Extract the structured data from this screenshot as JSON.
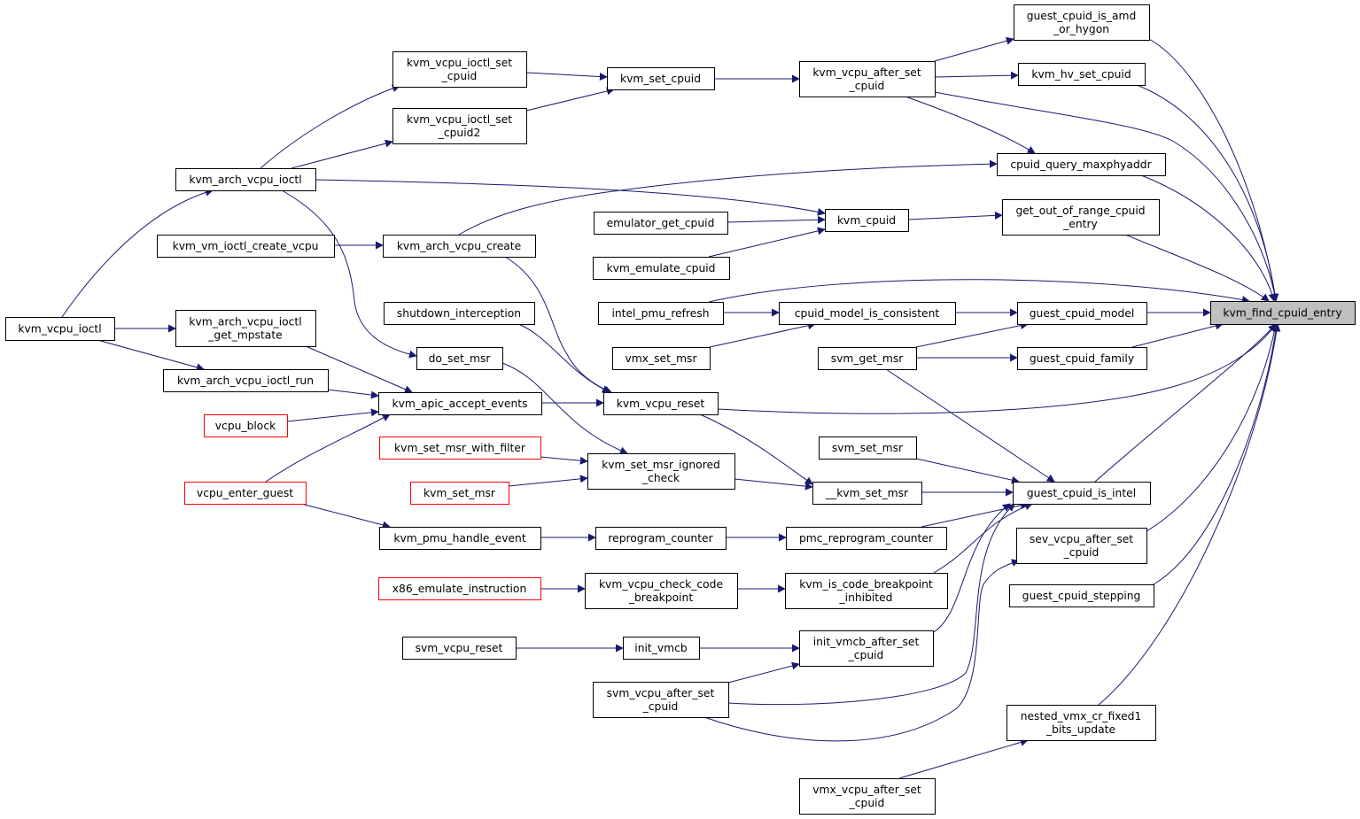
{
  "diagram": {
    "title": "",
    "colors": {
      "edge": "#191970",
      "node_border": "#000000",
      "truncated_border": "#ff0000",
      "focus_fill": "#bfbfbf"
    },
    "nodes": [
      {
        "id": "guest_cpuid_is_amd_or_hygon",
        "lines": [
          "guest_cpuid_is_amd",
          "_or_hygon"
        ]
      },
      {
        "id": "kvm_hv_set_cpuid",
        "lines": [
          "kvm_hv_set_cpuid"
        ]
      },
      {
        "id": "kvm_vcpu_after_set_cpuid",
        "lines": [
          "kvm_vcpu_after_set",
          "_cpuid"
        ]
      },
      {
        "id": "kvm_set_cpuid",
        "lines": [
          "kvm_set_cpuid"
        ]
      },
      {
        "id": "kvm_vcpu_ioctl_set_cpuid",
        "lines": [
          "kvm_vcpu_ioctl_set",
          "_cpuid"
        ]
      },
      {
        "id": "kvm_vcpu_ioctl_set_cpuid2",
        "lines": [
          "kvm_vcpu_ioctl_set",
          "_cpuid2"
        ]
      },
      {
        "id": "cpuid_query_maxphyaddr",
        "lines": [
          "cpuid_query_maxphyaddr"
        ]
      },
      {
        "id": "kvm_arch_vcpu_ioctl",
        "lines": [
          "kvm_arch_vcpu_ioctl"
        ]
      },
      {
        "id": "get_out_of_range_cpuid_entry",
        "lines": [
          "get_out_of_range_cpuid",
          "_entry"
        ]
      },
      {
        "id": "kvm_cpuid",
        "lines": [
          "kvm_cpuid"
        ]
      },
      {
        "id": "emulator_get_cpuid",
        "lines": [
          "emulator_get_cpuid"
        ]
      },
      {
        "id": "kvm_vm_ioctl_create_vcpu",
        "lines": [
          "kvm_vm_ioctl_create_vcpu"
        ]
      },
      {
        "id": "kvm_arch_vcpu_create",
        "lines": [
          "kvm_arch_vcpu_create"
        ]
      },
      {
        "id": "kvm_emulate_cpuid",
        "lines": [
          "kvm_emulate_cpuid"
        ]
      },
      {
        "id": "kvm_find_cpuid_entry",
        "lines": [
          "kvm_find_cpuid_entry"
        ],
        "focus": true
      },
      {
        "id": "intel_pmu_refresh",
        "lines": [
          "intel_pmu_refresh"
        ]
      },
      {
        "id": "cpuid_model_is_consistent",
        "lines": [
          "cpuid_model_is_consistent"
        ]
      },
      {
        "id": "guest_cpuid_model",
        "lines": [
          "guest_cpuid_model"
        ]
      },
      {
        "id": "shutdown_interception",
        "lines": [
          "shutdown_interception"
        ]
      },
      {
        "id": "kvm_vcpu_ioctl",
        "lines": [
          "kvm_vcpu_ioctl"
        ]
      },
      {
        "id": "kvm_arch_vcpu_ioctl_get_mpstate",
        "lines": [
          "kvm_arch_vcpu_ioctl",
          "_get_mpstate"
        ]
      },
      {
        "id": "vmx_set_msr",
        "lines": [
          "vmx_set_msr"
        ]
      },
      {
        "id": "svm_get_msr",
        "lines": [
          "svm_get_msr"
        ]
      },
      {
        "id": "guest_cpuid_family",
        "lines": [
          "guest_cpuid_family"
        ]
      },
      {
        "id": "do_set_msr",
        "lines": [
          "do_set_msr"
        ]
      },
      {
        "id": "kvm_arch_vcpu_ioctl_run",
        "lines": [
          "kvm_arch_vcpu_ioctl_run"
        ]
      },
      {
        "id": "kvm_apic_accept_events",
        "lines": [
          "kvm_apic_accept_events"
        ]
      },
      {
        "id": "kvm_vcpu_reset",
        "lines": [
          "kvm_vcpu_reset"
        ]
      },
      {
        "id": "vcpu_block",
        "lines": [
          "vcpu_block"
        ],
        "truncated": true
      },
      {
        "id": "kvm_set_msr_with_filter",
        "lines": [
          "kvm_set_msr_with_filter"
        ],
        "truncated": true
      },
      {
        "id": "svm_set_msr",
        "lines": [
          "svm_set_msr"
        ]
      },
      {
        "id": "kvm_set_msr_ignored_check",
        "lines": [
          "kvm_set_msr_ignored",
          "_check"
        ]
      },
      {
        "id": "vcpu_enter_guest",
        "lines": [
          "vcpu_enter_guest"
        ],
        "truncated": true
      },
      {
        "id": "kvm_set_msr",
        "lines": [
          "kvm_set_msr"
        ],
        "truncated": true
      },
      {
        "id": "__kvm_set_msr",
        "lines": [
          "__kvm_set_msr"
        ]
      },
      {
        "id": "guest_cpuid_is_intel",
        "lines": [
          "guest_cpuid_is_intel"
        ]
      },
      {
        "id": "kvm_pmu_handle_event",
        "lines": [
          "kvm_pmu_handle_event"
        ]
      },
      {
        "id": "reprogram_counter",
        "lines": [
          "reprogram_counter"
        ]
      },
      {
        "id": "pmc_reprogram_counter",
        "lines": [
          "pmc_reprogram_counter"
        ]
      },
      {
        "id": "sev_vcpu_after_set_cpuid",
        "lines": [
          "sev_vcpu_after_set",
          "_cpuid"
        ]
      },
      {
        "id": "x86_emulate_instruction",
        "lines": [
          "x86_emulate_instruction"
        ],
        "truncated": true
      },
      {
        "id": "kvm_vcpu_check_code_breakpoint",
        "lines": [
          "kvm_vcpu_check_code",
          "_breakpoint"
        ]
      },
      {
        "id": "kvm_is_code_breakpoint_inhibited",
        "lines": [
          "kvm_is_code_breakpoint",
          "_inhibited"
        ]
      },
      {
        "id": "guest_cpuid_stepping",
        "lines": [
          "guest_cpuid_stepping"
        ]
      },
      {
        "id": "svm_vcpu_reset",
        "lines": [
          "svm_vcpu_reset"
        ]
      },
      {
        "id": "init_vmcb",
        "lines": [
          "init_vmcb"
        ]
      },
      {
        "id": "init_vmcb_after_set_cpuid",
        "lines": [
          "init_vmcb_after_set",
          "_cpuid"
        ]
      },
      {
        "id": "svm_vcpu_after_set_cpuid",
        "lines": [
          "svm_vcpu_after_set",
          "_cpuid"
        ]
      },
      {
        "id": "nested_vmx_cr_fixed1_bits_update",
        "lines": [
          "nested_vmx_cr_fixed1",
          "_bits_update"
        ]
      },
      {
        "id": "vmx_vcpu_after_set_cpuid",
        "lines": [
          "vmx_vcpu_after_set",
          "_cpuid"
        ]
      }
    ],
    "edges": [
      [
        "guest_cpuid_is_amd_or_hygon",
        "kvm_find_cpuid_entry"
      ],
      [
        "kvm_hv_set_cpuid",
        "kvm_find_cpuid_entry"
      ],
      [
        "kvm_vcpu_after_set_cpuid",
        "kvm_find_cpuid_entry"
      ],
      [
        "cpuid_query_maxphyaddr",
        "kvm_find_cpuid_entry"
      ],
      [
        "get_out_of_range_cpuid_entry",
        "kvm_find_cpuid_entry"
      ],
      [
        "intel_pmu_refresh",
        "kvm_find_cpuid_entry"
      ],
      [
        "guest_cpuid_model",
        "kvm_find_cpuid_entry"
      ],
      [
        "guest_cpuid_family",
        "kvm_find_cpuid_entry"
      ],
      [
        "kvm_vcpu_reset",
        "kvm_find_cpuid_entry"
      ],
      [
        "guest_cpuid_is_intel",
        "kvm_find_cpuid_entry"
      ],
      [
        "sev_vcpu_after_set_cpuid",
        "kvm_find_cpuid_entry"
      ],
      [
        "guest_cpuid_stepping",
        "kvm_find_cpuid_entry"
      ],
      [
        "nested_vmx_cr_fixed1_bits_update",
        "kvm_find_cpuid_entry"
      ],
      [
        "kvm_vcpu_after_set_cpuid",
        "guest_cpuid_is_amd_or_hygon"
      ],
      [
        "kvm_vcpu_after_set_cpuid",
        "kvm_hv_set_cpuid"
      ],
      [
        "kvm_vcpu_after_set_cpuid",
        "cpuid_query_maxphyaddr"
      ],
      [
        "kvm_set_cpuid",
        "kvm_vcpu_after_set_cpuid"
      ],
      [
        "kvm_vcpu_ioctl_set_cpuid",
        "kvm_set_cpuid"
      ],
      [
        "kvm_vcpu_ioctl_set_cpuid2",
        "kvm_set_cpuid"
      ],
      [
        "kvm_arch_vcpu_ioctl",
        "kvm_vcpu_ioctl_set_cpuid"
      ],
      [
        "kvm_arch_vcpu_ioctl",
        "kvm_vcpu_ioctl_set_cpuid2"
      ],
      [
        "kvm_arch_vcpu_ioctl",
        "kvm_cpuid"
      ],
      [
        "kvm_arch_vcpu_create",
        "cpuid_query_maxphyaddr"
      ],
      [
        "kvm_cpuid",
        "get_out_of_range_cpuid_entry"
      ],
      [
        "emulator_get_cpuid",
        "kvm_cpuid"
      ],
      [
        "kvm_emulate_cpuid",
        "kvm_cpuid"
      ],
      [
        "kvm_vm_ioctl_create_vcpu",
        "kvm_arch_vcpu_create"
      ],
      [
        "kvm_arch_vcpu_create",
        "kvm_vcpu_reset"
      ],
      [
        "cpuid_model_is_consistent",
        "guest_cpuid_model"
      ],
      [
        "intel_pmu_refresh",
        "cpuid_model_is_consistent"
      ],
      [
        "vmx_set_msr",
        "cpuid_model_is_consistent"
      ],
      [
        "svm_get_msr",
        "guest_cpuid_model"
      ],
      [
        "svm_get_msr",
        "guest_cpuid_family"
      ],
      [
        "svm_get_msr",
        "guest_cpuid_is_intel"
      ],
      [
        "kvm_vcpu_ioctl",
        "kvm_arch_vcpu_ioctl"
      ],
      [
        "kvm_vcpu_ioctl",
        "kvm_arch_vcpu_ioctl_get_mpstate"
      ],
      [
        "kvm_vcpu_ioctl",
        "kvm_arch_vcpu_ioctl_run"
      ],
      [
        "kvm_arch_vcpu_ioctl",
        "do_set_msr"
      ],
      [
        "kvm_arch_vcpu_ioctl_get_mpstate",
        "kvm_apic_accept_events"
      ],
      [
        "kvm_arch_vcpu_ioctl_run",
        "kvm_apic_accept_events"
      ],
      [
        "vcpu_block",
        "kvm_apic_accept_events"
      ],
      [
        "vcpu_enter_guest",
        "kvm_apic_accept_events"
      ],
      [
        "kvm_apic_accept_events",
        "kvm_vcpu_reset"
      ],
      [
        "shutdown_interception",
        "kvm_vcpu_reset"
      ],
      [
        "do_set_msr",
        "kvm_set_msr_ignored_check"
      ],
      [
        "kvm_set_msr_with_filter",
        "kvm_set_msr_ignored_check"
      ],
      [
        "kvm_set_msr",
        "kvm_set_msr_ignored_check"
      ],
      [
        "kvm_set_msr_ignored_check",
        "__kvm_set_msr"
      ],
      [
        "kvm_vcpu_reset",
        "__kvm_set_msr"
      ],
      [
        "__kvm_set_msr",
        "guest_cpuid_is_intel"
      ],
      [
        "svm_set_msr",
        "guest_cpuid_is_intel"
      ],
      [
        "vcpu_enter_guest",
        "kvm_pmu_handle_event"
      ],
      [
        "kvm_pmu_handle_event",
        "reprogram_counter"
      ],
      [
        "reprogram_counter",
        "pmc_reprogram_counter"
      ],
      [
        "pmc_reprogram_counter",
        "guest_cpuid_is_intel"
      ],
      [
        "x86_emulate_instruction",
        "kvm_vcpu_check_code_breakpoint"
      ],
      [
        "kvm_vcpu_check_code_breakpoint",
        "kvm_is_code_breakpoint_inhibited"
      ],
      [
        "kvm_is_code_breakpoint_inhibited",
        "guest_cpuid_is_intel"
      ],
      [
        "svm_vcpu_reset",
        "init_vmcb"
      ],
      [
        "init_vmcb",
        "init_vmcb_after_set_cpuid"
      ],
      [
        "init_vmcb_after_set_cpuid",
        "guest_cpuid_is_intel"
      ],
      [
        "svm_vcpu_after_set_cpuid",
        "init_vmcb_after_set_cpuid"
      ],
      [
        "svm_vcpu_after_set_cpuid",
        "guest_cpuid_is_intel"
      ],
      [
        "svm_vcpu_after_set_cpuid",
        "sev_vcpu_after_set_cpuid"
      ],
      [
        "vmx_vcpu_after_set_cpuid",
        "nested_vmx_cr_fixed1_bits_update"
      ]
    ]
  }
}
